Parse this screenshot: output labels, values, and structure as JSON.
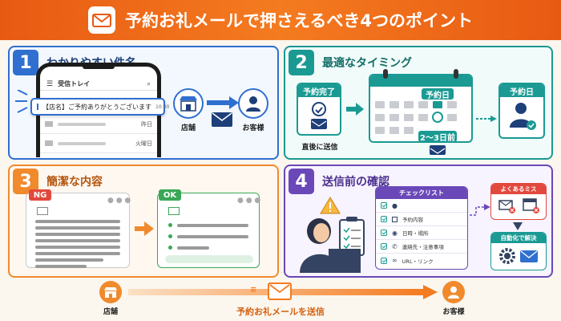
{
  "banner": {
    "title": "予約お礼メールで押さえるべき4つのポイント",
    "icon": "envelope-icon"
  },
  "colors": {
    "orange": "#f47b20",
    "blue": "#2f6fd0",
    "teal": "#1a9a93",
    "purple": "#6a48b8"
  },
  "section1": {
    "number": "1",
    "title": "わかりやすい件名",
    "inbox_title": "受信トレイ",
    "highlight_mail": {
      "subject": "【店名】ご予約ありがとうございます",
      "time": "10:30"
    },
    "rows": [
      {
        "time": "昨日"
      },
      {
        "time": "火曜日"
      }
    ],
    "store_label": "店舗",
    "customer_label": "お客様"
  },
  "section2": {
    "number": "2",
    "title": "最適なタイミング",
    "complete_label": "予約完了",
    "send_label": "直後に送信",
    "reserve_day_label": "予約日",
    "before_label": "2～3日前",
    "result_label": "予約日"
  },
  "section3": {
    "number": "3",
    "title": "簡潔な内容",
    "ng_label": "NG",
    "ok_label": "OK"
  },
  "section4": {
    "number": "4",
    "title": "送信前の確認",
    "checklist_title": "チェックリスト",
    "checklist_items": [
      "",
      "予約内容",
      "日時・場所",
      "連絡先・注意事項",
      "URL・リンク"
    ],
    "mistake_label": "よくあるミス",
    "auto_label": "自動化で解決"
  },
  "footer": {
    "store_label": "店舗",
    "send_label": "予約お礼メールを送信",
    "customer_label": "お客様"
  }
}
